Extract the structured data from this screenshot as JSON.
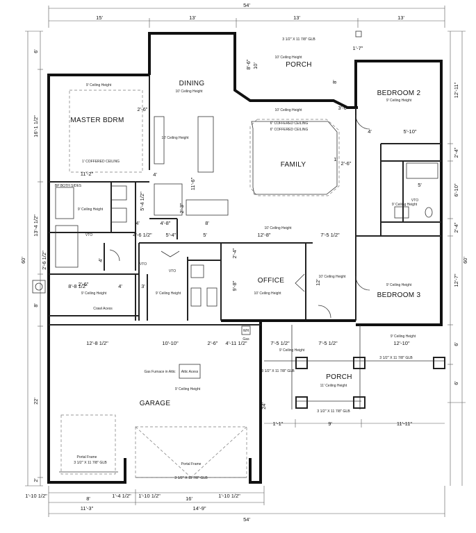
{
  "rooms": {
    "dining": "DINING",
    "porch_top": "PORCH",
    "bedroom2": "BEDROOM 2",
    "master": "MASTER BDRM",
    "family": "FAMILY",
    "office": "OFFICE",
    "bedroom3": "BEDROOM 3",
    "porch_front": "PORCH",
    "garage": "GARAGE"
  },
  "notes": {
    "dining_ceiling": "10' Ceiling Height",
    "porch_top_ceiling": "10' Ceiling Height",
    "bedroom2_ceiling": "9' Ceiling Height",
    "master_ceiling": "9' Ceiling Height",
    "master_coffered": "1' COFFERED CEILING",
    "coffered_1": "6\" COFFERED CEILING",
    "coffered_2": "6\" COFFERED CEILING",
    "family_ceiling": "10' Ceiling Height",
    "kitchen_ceiling": "10' Ceiling Height",
    "island_ceiling": "10' Ceiling Height",
    "bath_ceiling": "9' Ceiling Height",
    "hall_ceiling": "10' Ceiling Height",
    "office_ceiling": "10' Ceiling Height",
    "office_hall_ceiling": "10' Ceiling Height",
    "bedroom3_ceiling": "9' Ceiling Height",
    "bath2_ceiling": "9' Ceiling Height",
    "laundry_ceiling": "9' Ceiling Height",
    "crawl_ceiling": "9' Ceiling Height",
    "crawl": "Crawl Acess",
    "attic": "Attic Acess",
    "gas_furnace": "Gas Furnace in Attic",
    "garage_ceiling": "9' Ceiling Height",
    "porch_front_ceiling": "11' Ceiling Height",
    "porch_front_ceiling_2": "9' Ceiling Height",
    "bedroom3_hall_ceiling": "9' Ceiling Height",
    "vto": "VTO",
    "wh": "WH",
    "gas": "Gas",
    "portal_frame": "Portal Frame",
    "bp_both_sides": "BP BOTH SIDES"
  },
  "beams": {
    "top_porch": "3 1/2\" X 11 7/8\" GLB",
    "front_porch_1": "3 1/2\" X 11 7/8\" GLB",
    "front_porch_2": "3 1/2\" X 11 7/8\" GLB",
    "front_porch_3": "3 1/2\" X 11 7/8\" GLB",
    "garage_1": "3 1/2\" X 11 7/8\" GLB",
    "garage_2": "3 1/2\" X 11 7/8\" GLB"
  },
  "dims_top": {
    "overall": "54'",
    "a": "15'",
    "b": "13'",
    "c": "13'",
    "d": "13'"
  },
  "dims_bottom": {
    "overall": "54'",
    "a": "11'-3\"",
    "b": "14'-9\"",
    "c": "1'-10 1/2\"",
    "d": "8'",
    "e": "1'-4 1/2\"",
    "f": "1'-10 1/2\"",
    "g": "16'",
    "h": "1'-10 1/2\""
  },
  "dims_left": {
    "overall": "60'",
    "a": "6'",
    "b": "16'-1 1/2\"",
    "c": "13'-4 1/2\"",
    "d": "2'-6 1/2\"",
    "e": "8'",
    "f": "22'",
    "g": "2'"
  },
  "dims_right": {
    "overall": "60'",
    "a": "12'-11\"",
    "b": "2'-4\"",
    "c": "6'-10\"",
    "d": "2'-4\"",
    "e": "12'-7\"",
    "f": "6'",
    "g": "6'"
  },
  "dims_inner": {
    "d1": "2'-6\"",
    "d2": "11'-2\"",
    "d3": "4'",
    "d4": "4'-8\"",
    "d5": "8'",
    "d6": "5'-4 1/2\"",
    "d7": "2'-3\"",
    "d8": "11'-6\"",
    "d9": "4'",
    "d10": "4'-6 1/2\"",
    "d11": "5'-4\"",
    "d12": "5'",
    "d13": "12'-8\"",
    "d14": "7'-5 1/2\"",
    "d15": "8'-8 1/2\"",
    "d16": "4'",
    "d17": "3'",
    "d18": "4'",
    "d19": "2'-4\"",
    "d20": "9'-8\"",
    "d21": "12'",
    "d22": "12'-8 1/2\"",
    "d23": "10'-10\"",
    "d24": "2'-6\"",
    "d25": "4'-11 1/2\"",
    "d26": "7'-5 1/2\"",
    "d27": "7'-5 1/2\"",
    "d28": "12'-10\"",
    "d29": "24'",
    "d30": "1'-1\"",
    "d31": "9'",
    "d32": "11'-11\"",
    "d33": "10'",
    "d34": "8'-6\"",
    "d35": "2'-6\"",
    "d36": "3'-6\"",
    "d37": "8'",
    "d38": "1'-7\"",
    "d39": "4'",
    "d40": "5'-10\"",
    "d41": "5'",
    "d42": "1'",
    "d43": "2'-6\""
  }
}
